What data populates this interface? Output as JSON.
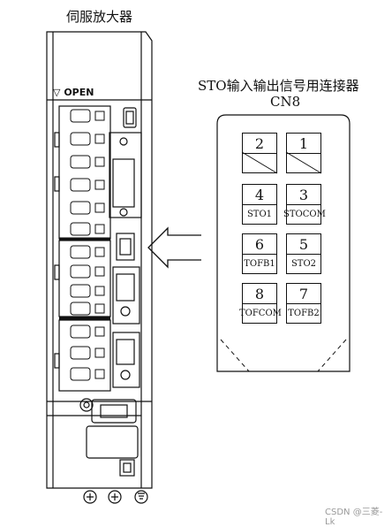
{
  "amplifier": {
    "title": "伺服放大器",
    "open_label": "OPEN",
    "open_symbol": "▽"
  },
  "connector": {
    "title": "STO输入输出信号用连接器",
    "name": "CN8",
    "pins": [
      {
        "number": "2",
        "label": ""
      },
      {
        "number": "1",
        "label": ""
      },
      {
        "number": "4",
        "label": "STO1"
      },
      {
        "number": "3",
        "label": "STOCOM"
      },
      {
        "number": "6",
        "label": "TOFB1"
      },
      {
        "number": "5",
        "label": "STO2"
      },
      {
        "number": "8",
        "label": "TOFCOM"
      },
      {
        "number": "7",
        "label": "TOFB2"
      }
    ]
  },
  "watermark": "CSDN @三菱-Lk"
}
